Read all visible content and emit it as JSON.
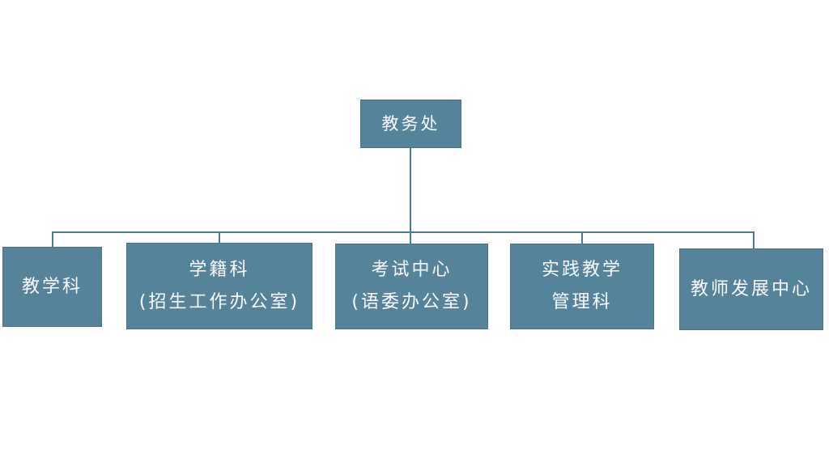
{
  "diagram": {
    "type": "org-chart",
    "root": {
      "lines": [
        "教务处"
      ]
    },
    "children": [
      {
        "lines": [
          "教学科"
        ]
      },
      {
        "lines": [
          "学籍科",
          "(招生工作办公室)"
        ]
      },
      {
        "lines": [
          "考试中心",
          "(语委办公室)"
        ]
      },
      {
        "lines": [
          "实践教学",
          "管理科"
        ]
      },
      {
        "lines": [
          "教师发展中心"
        ]
      }
    ],
    "colors": {
      "box_fill": "#54839B",
      "box_border": "#4A7288",
      "connector_line": "#4E7B94",
      "text": "#FDFEFE",
      "background": "#FFFFFF"
    }
  }
}
